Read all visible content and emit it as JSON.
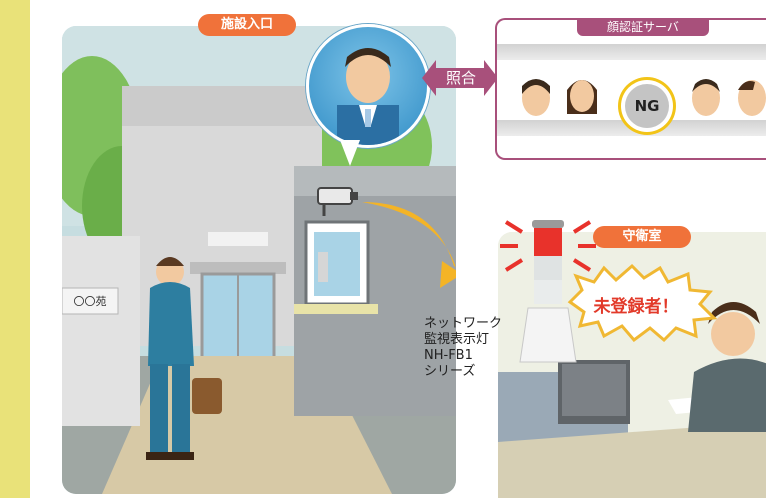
{
  "entrance": {
    "label": "施設入口",
    "plaque": "〇〇苑"
  },
  "server": {
    "title": "顔認証サーバ",
    "ng_label": "NG"
  },
  "collate_label": "照合",
  "guard_room": {
    "label": "守衛室",
    "alert": "未登録者！"
  },
  "product": {
    "lines": [
      "ネットワーク",
      "監視表示灯",
      "NH-FB1",
      "シリーズ"
    ]
  },
  "colors": {
    "accent_orange": "#f0723a",
    "server_magenta": "#a8507b",
    "left_bar": "#e9e279"
  }
}
